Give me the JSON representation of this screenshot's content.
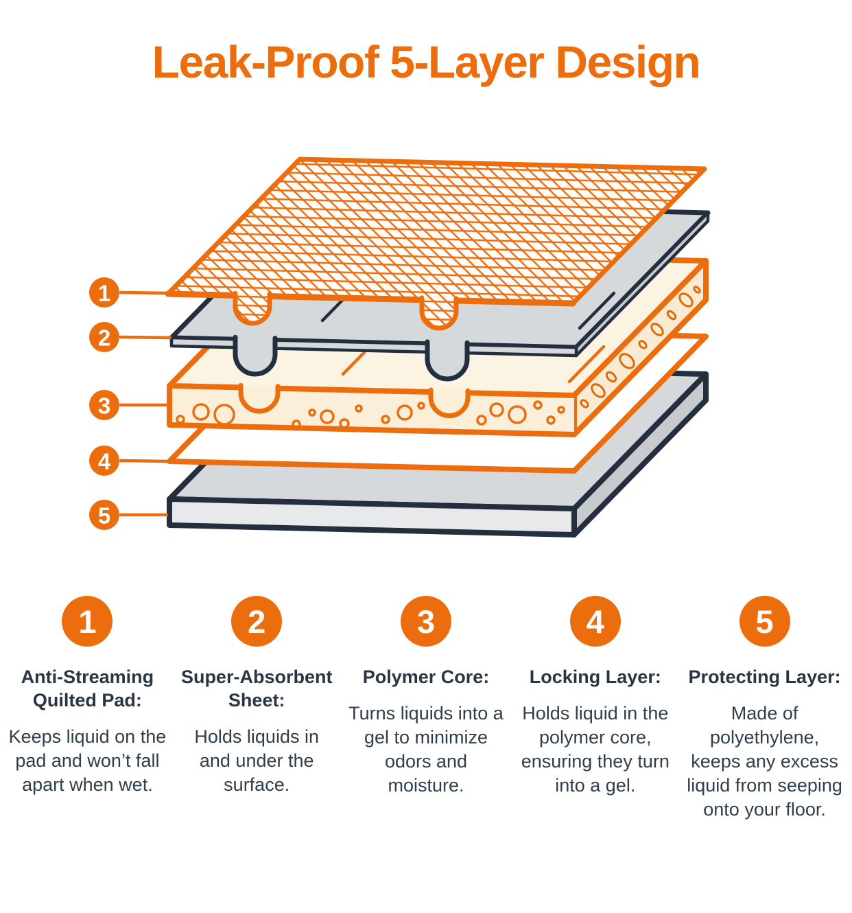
{
  "title": "Leak-Proof 5-Layer Design",
  "colors": {
    "accent_orange": "#EC6D0D",
    "outline_navy": "#232F3E",
    "layer_gray": "#D6D9DB",
    "layer_cream": "#FCF4E3",
    "text_navy": "#2A3544"
  },
  "callouts": [
    "1",
    "2",
    "3",
    "4",
    "5"
  ],
  "features": [
    {
      "number": "1",
      "heading": "Anti-Streaming Quilted Pad:",
      "description": "Keeps liquid on the pad and won’t fall apart when wet."
    },
    {
      "number": "2",
      "heading": "Super-Absorbent Sheet:",
      "description": "Holds liquids in and under the surface."
    },
    {
      "number": "3",
      "heading": "Polymer Core:",
      "description": "Turns liquids into a gel to minimize odors and moisture."
    },
    {
      "number": "4",
      "heading": "Locking Layer:",
      "description": "Holds liquid in the polymer core, ensuring they turn into a gel."
    },
    {
      "number": "5",
      "heading": "Protecting Layer:",
      "description": "Made of polyethylene, keeps any excess liquid from seeping onto your floor."
    }
  ]
}
